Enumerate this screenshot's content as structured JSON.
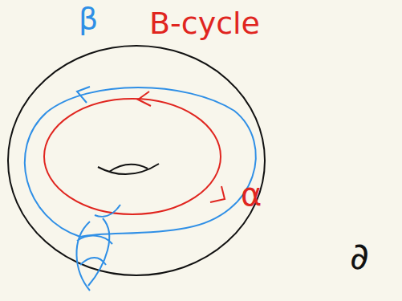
{
  "diagram": {
    "labels": [
      "β",
      "B-cycle",
      "α",
      "∂"
    ]
  }
}
